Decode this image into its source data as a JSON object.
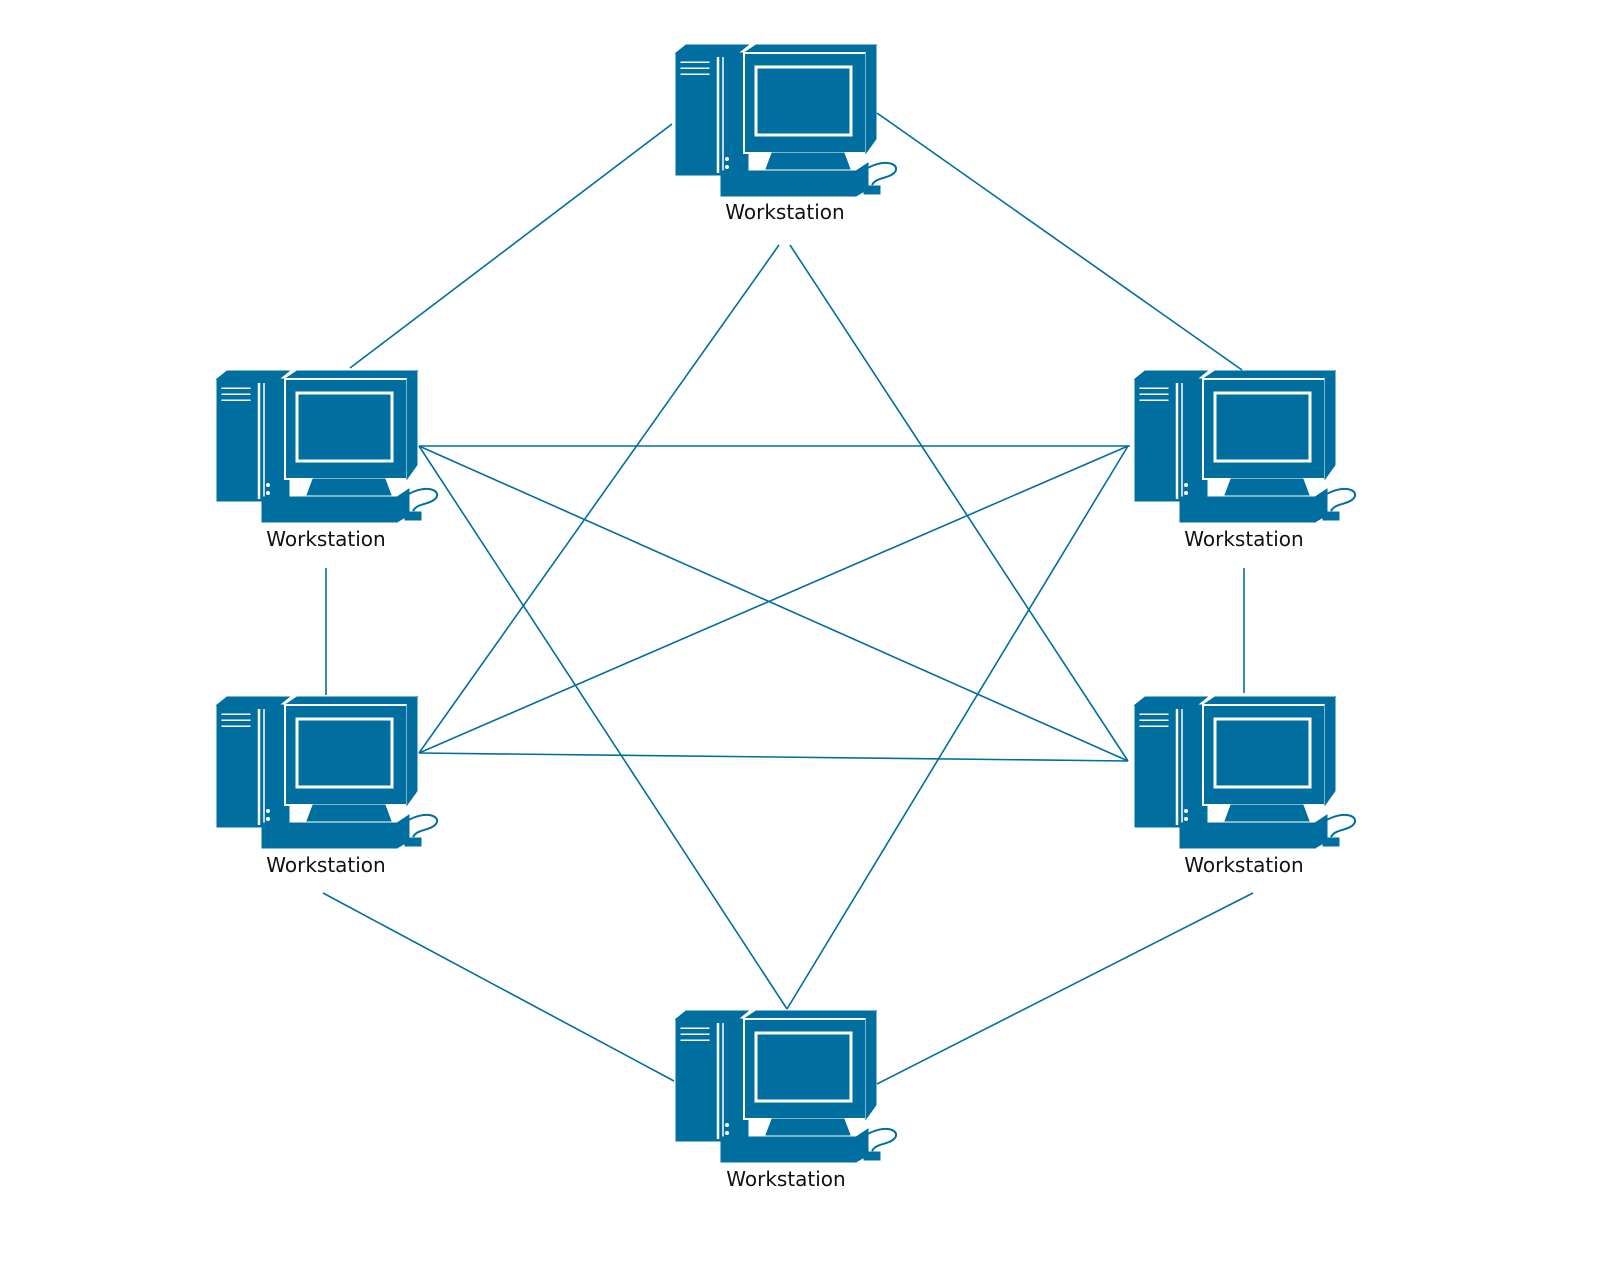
{
  "diagram": {
    "colors": {
      "icon": "#006e9e",
      "line": "#006e9e",
      "label": "#111111",
      "background": "#ffffff"
    },
    "nodes": [
      {
        "id": "top",
        "label": "Workstation",
        "icon": "workstation-icon"
      },
      {
        "id": "upper-left",
        "label": "Workstation",
        "icon": "workstation-icon"
      },
      {
        "id": "upper-right",
        "label": "Workstation",
        "icon": "workstation-icon"
      },
      {
        "id": "lower-left",
        "label": "Workstation",
        "icon": "workstation-icon"
      },
      {
        "id": "lower-right",
        "label": "Workstation",
        "icon": "workstation-icon"
      },
      {
        "id": "bottom",
        "label": "Workstation",
        "icon": "workstation-icon"
      }
    ],
    "links": [
      {
        "from": "top",
        "to": "upper-left"
      },
      {
        "from": "top",
        "to": "upper-right"
      },
      {
        "from": "top",
        "to": "lower-left"
      },
      {
        "from": "top",
        "to": "lower-right"
      },
      {
        "from": "upper-left",
        "to": "lower-left"
      },
      {
        "from": "upper-left",
        "to": "upper-right"
      },
      {
        "from": "upper-left",
        "to": "lower-right"
      },
      {
        "from": "upper-left",
        "to": "bottom"
      },
      {
        "from": "upper-right",
        "to": "lower-right"
      },
      {
        "from": "upper-right",
        "to": "lower-left"
      },
      {
        "from": "upper-right",
        "to": "bottom"
      },
      {
        "from": "lower-left",
        "to": "lower-right"
      },
      {
        "from": "lower-left",
        "to": "bottom"
      },
      {
        "from": "lower-right",
        "to": "bottom"
      }
    ]
  }
}
